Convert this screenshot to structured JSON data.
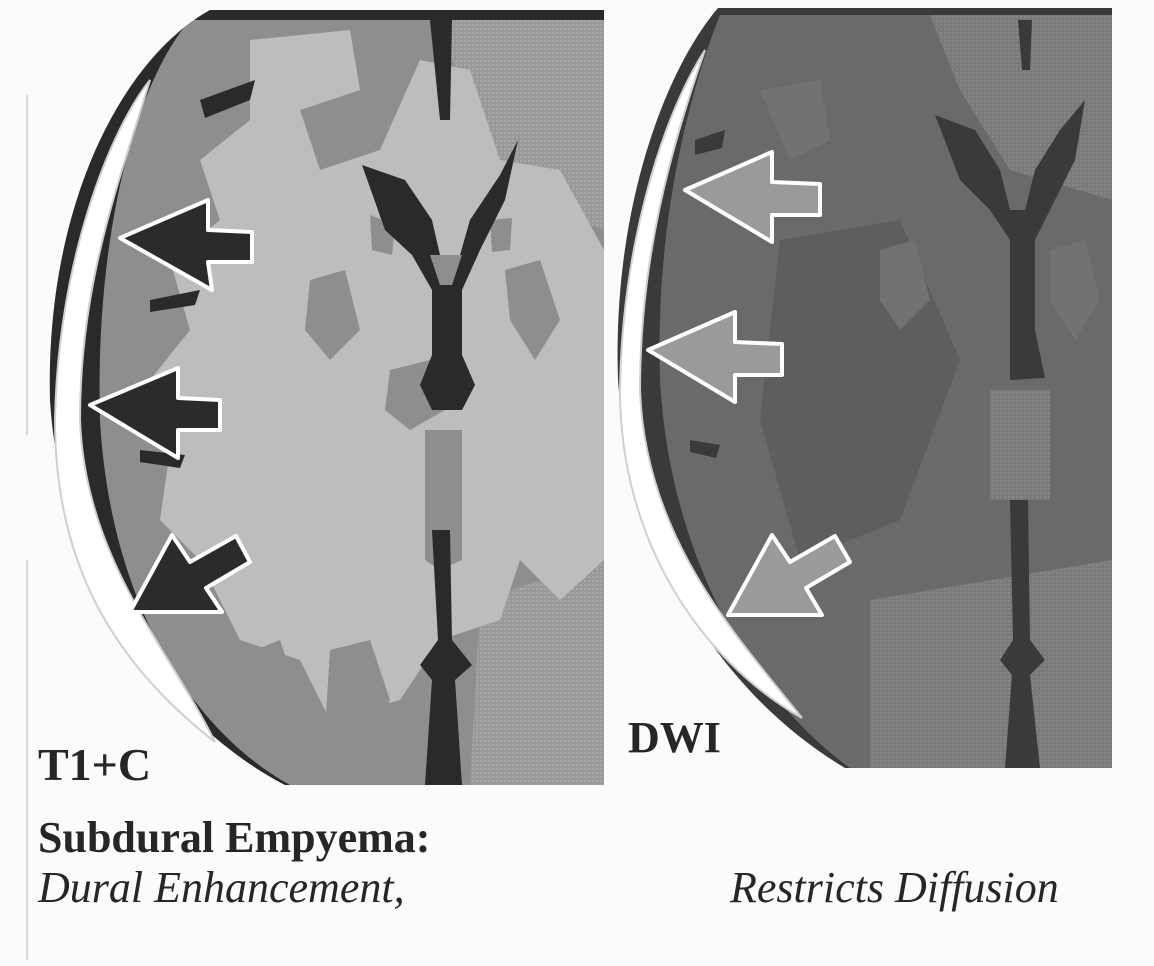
{
  "panels": {
    "left": {
      "label": "T1+C"
    },
    "right": {
      "label": "DWI"
    }
  },
  "caption": {
    "title": "Subdural Empyema:",
    "left_text": "Dural Enhancement,",
    "right_text": "Restricts Diffusion"
  },
  "colors": {
    "page": "#fbfbfb",
    "t1_fluid": "#2a2a2a",
    "t1_white_matter": "#bdbdbd",
    "t1_gray_matter": "#8e8e8e",
    "dwi_background": "#6a6a6a",
    "arrow_dark": "#2b2b2b",
    "arrow_light": "#9a9a9a",
    "outline": "#ffffff"
  },
  "icons": {
    "arrow": "arrow-icon"
  }
}
